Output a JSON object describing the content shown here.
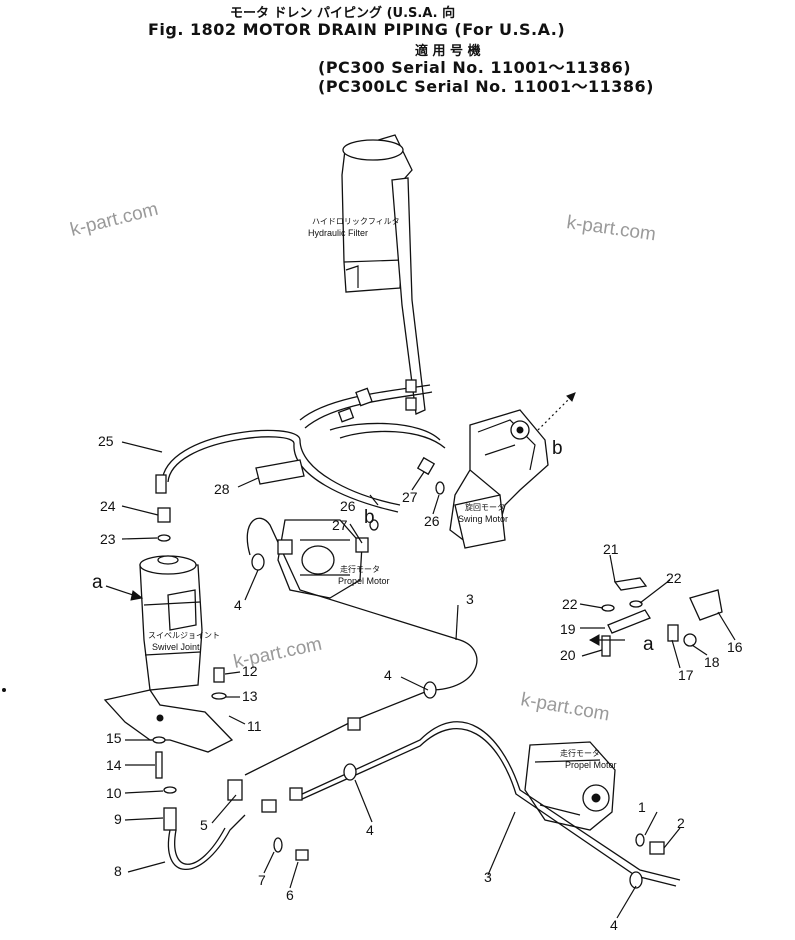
{
  "header": {
    "line1": "モータ ドレン パイピング (U.S.A. 向",
    "line2": "Fig. 1802 MOTOR DRAIN PIPING (For U.S.A.)",
    "line3": "適 用 号 機",
    "line4": "(PC300   Serial No. 11001～11386)",
    "line5": "(PC300LC Serial No. 11001～11386)"
  },
  "watermarks": [
    "k-part.com",
    "k-part.com",
    "k-part.com",
    "k-part.com"
  ],
  "components": {
    "hydraulic_filter_jp": "ハイドロリックフィルタ",
    "hydraulic_filter_en": "Hydraulic Filter",
    "swing_motor_jp": "旋回モータ",
    "swing_motor_en": "Swing Motor",
    "travel_motor_jp": "走行モータ",
    "travel_motor_en": "Propel Motor",
    "travel_motor2_jp": "走行モータ",
    "travel_motor2_en": "Propel Motor",
    "swivel_joint_jp": "スイベルジョイント",
    "swivel_joint_en": "Swivel Joint"
  },
  "refs": {
    "a1": "a",
    "a2": "a",
    "b1": "b",
    "b2": "b"
  },
  "part_numbers": {
    "p1": "1",
    "p2": "2",
    "p3a": "3",
    "p3b": "3",
    "p4a": "4",
    "p4b": "4",
    "p4c": "4",
    "p4d": "4",
    "p5": "5",
    "p6": "6",
    "p7": "7",
    "p8": "8",
    "p9": "9",
    "p10": "10",
    "p11": "11",
    "p12": "12",
    "p13": "13",
    "p14": "14",
    "p15": "15",
    "p16": "16",
    "p17": "17",
    "p18": "18",
    "p19": "19",
    "p20": "20",
    "p21": "21",
    "p22a": "22",
    "p22b": "22",
    "p23": "23",
    "p24": "24",
    "p25": "25",
    "p26a": "26",
    "p26b": "26",
    "p27a": "27",
    "p27b": "27",
    "p28": "28"
  }
}
